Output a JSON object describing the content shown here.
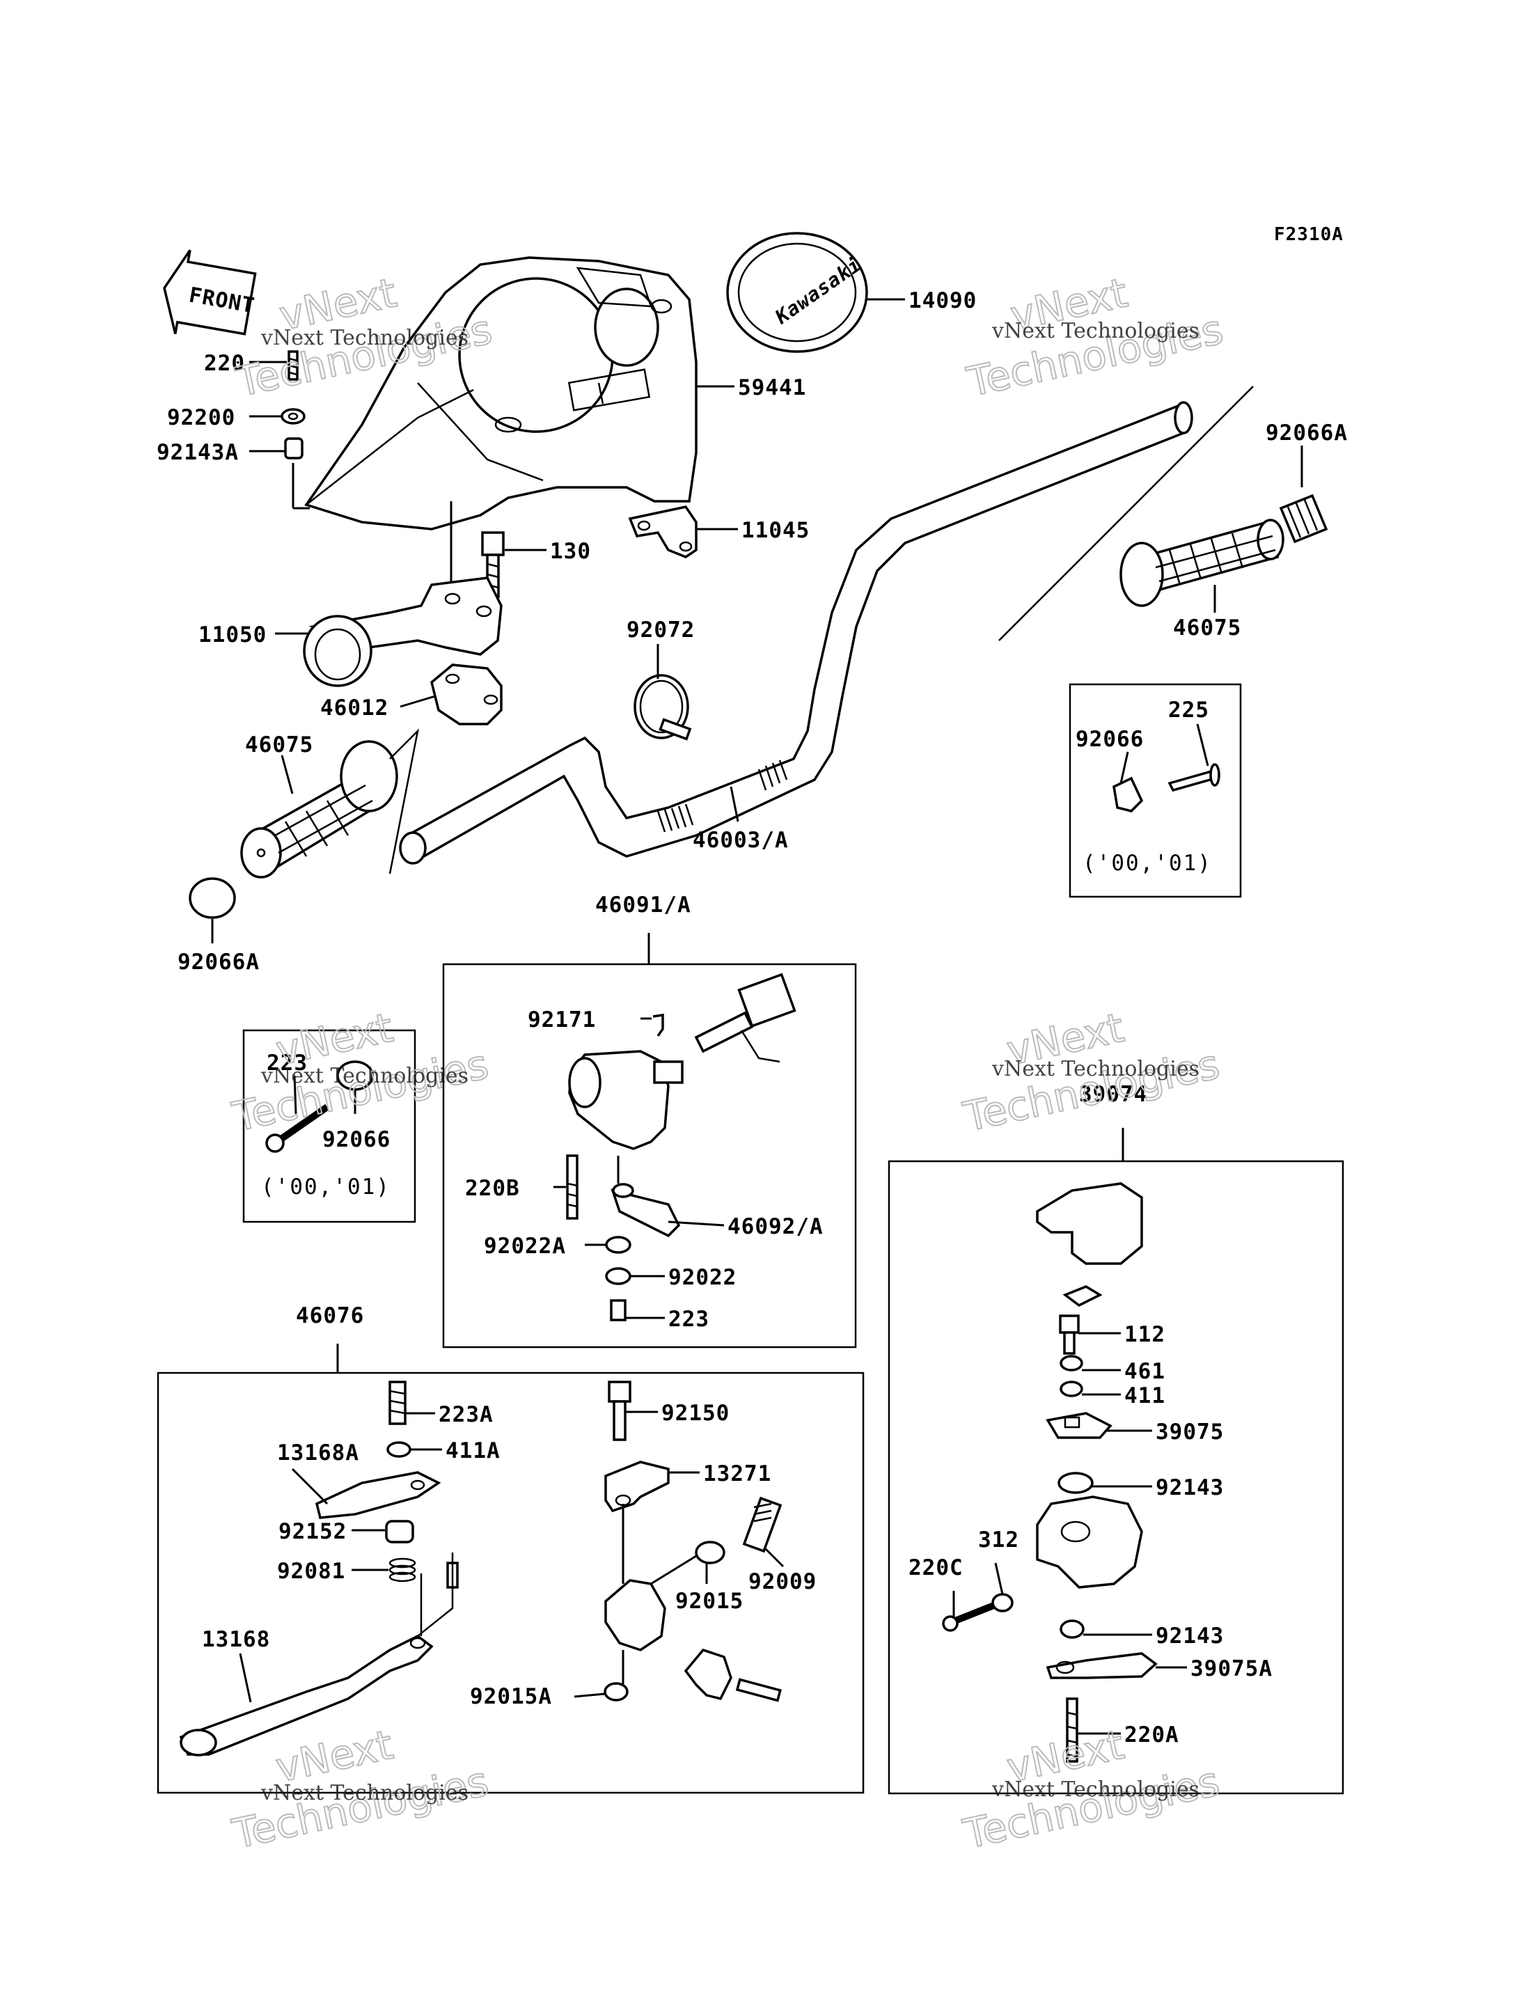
{
  "figure_code": "F2310A",
  "front_label": "FRONT",
  "kawasaki_logo_text": "Kawasaki",
  "watermark": {
    "line1": "vNext Technologies",
    "line2": "vNext",
    "line3": "Technologies"
  },
  "labels": {
    "p14090": "14090",
    "p59441": "59441",
    "p220": "220",
    "p92200": "92200",
    "p92143A": "92143A",
    "p11045": "11045",
    "p130": "130",
    "p92066A_top": "92066A",
    "p11050": "11050",
    "p92072": "92072",
    "p46075_right": "46075",
    "p46012": "46012",
    "p46075_left": "46075",
    "p46003A": "46003/A",
    "p225": "225",
    "p92066_right": "92066",
    "p92066A_bottom": "92066A",
    "p46091A": "46091/A",
    "p92171": "92171",
    "p223_left": "223",
    "p92066_left": "92066",
    "p220B": "220B",
    "p46092A": "46092/A",
    "p92022A": "92022A",
    "p92022": "92022",
    "p223_mid": "223",
    "p39074": "39074",
    "p112": "112",
    "p461": "461",
    "p411": "411",
    "p39075": "39075",
    "p92143_a": "92143",
    "p312": "312",
    "p220C": "220C",
    "p92143_b": "92143",
    "p39075A": "39075A",
    "p220A": "220A",
    "p46076": "46076",
    "p223A": "223A",
    "p92150": "92150",
    "p13168A": "13168A",
    "p411A": "411A",
    "p13271": "13271",
    "p92152": "92152",
    "p92081": "92081",
    "p92009": "92009",
    "p92015": "92015",
    "p13168": "13168",
    "p92015A": "92015A"
  },
  "notes": {
    "years_right": "('00,'01)",
    "years_left": "('00,'01)"
  }
}
